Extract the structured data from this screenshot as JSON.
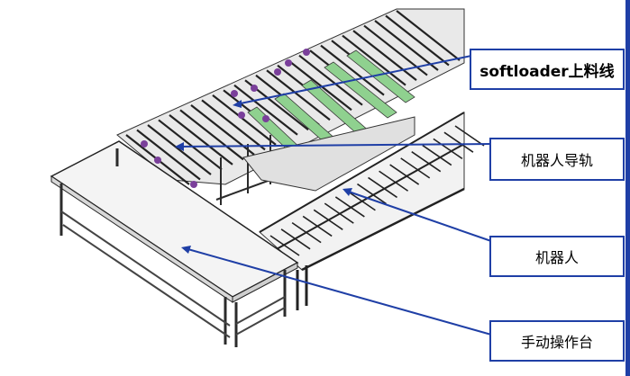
{
  "labels": {
    "softloader": "softloader上料线",
    "robot_rail": "机器人导轨",
    "robot": "机器人",
    "manual_table": "手动操作台"
  },
  "colors": {
    "leader": "#1f3fa6",
    "frame": "#2b2b2b",
    "table_top": "#f4f4f4",
    "green_rail": "#8fd18f",
    "purple_part": "#7a3f9a"
  }
}
